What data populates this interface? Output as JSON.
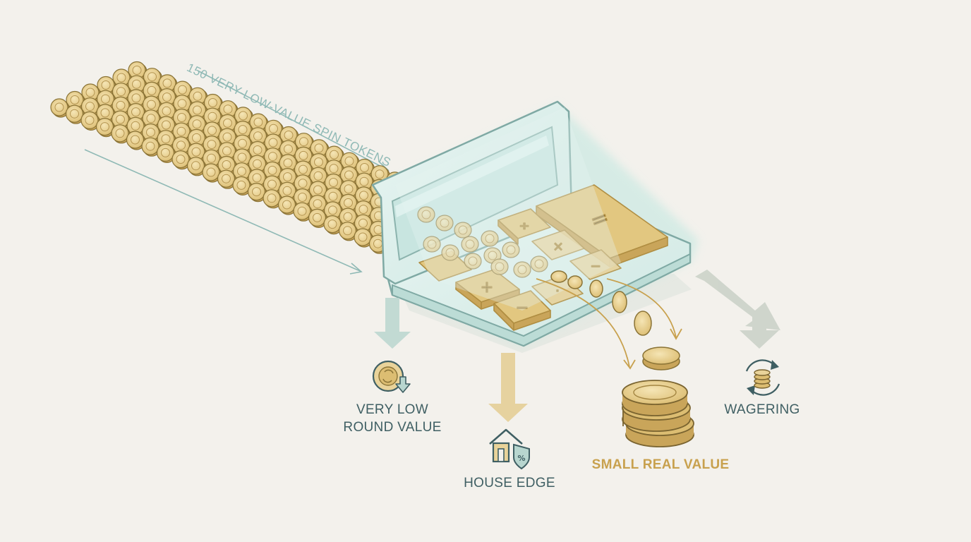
{
  "tokens_label": "150 VERY-LOW-VALUE SPIN TOKENS",
  "token_count": 150,
  "calculator_keys": [
    "=",
    "÷",
    "×",
    "−",
    "+",
    "−",
    "·"
  ],
  "outputs": {
    "round_value": [
      "VERY LOW",
      "ROUND VALUE"
    ],
    "house_edge": "HOUSE EDGE",
    "small_real_value": "SMALL REAL VALUE",
    "wagering": "WAGERING"
  },
  "icons": {
    "round_value": "coin-down-arrow-icon",
    "house_edge": "house-shield-percent-icon",
    "small_real_value": "coin-stack-icon",
    "wagering": "coin-stack-cycle-icon"
  },
  "colors": {
    "background": "#f3f1ec",
    "teal_dark": "#3f5f63",
    "teal_light": "#8fb9b5",
    "calculator_glass": "#dcefec",
    "gold": "#c8a14e",
    "gold_light": "#e9d39a",
    "muted_arrow": "#c6cfc6"
  }
}
